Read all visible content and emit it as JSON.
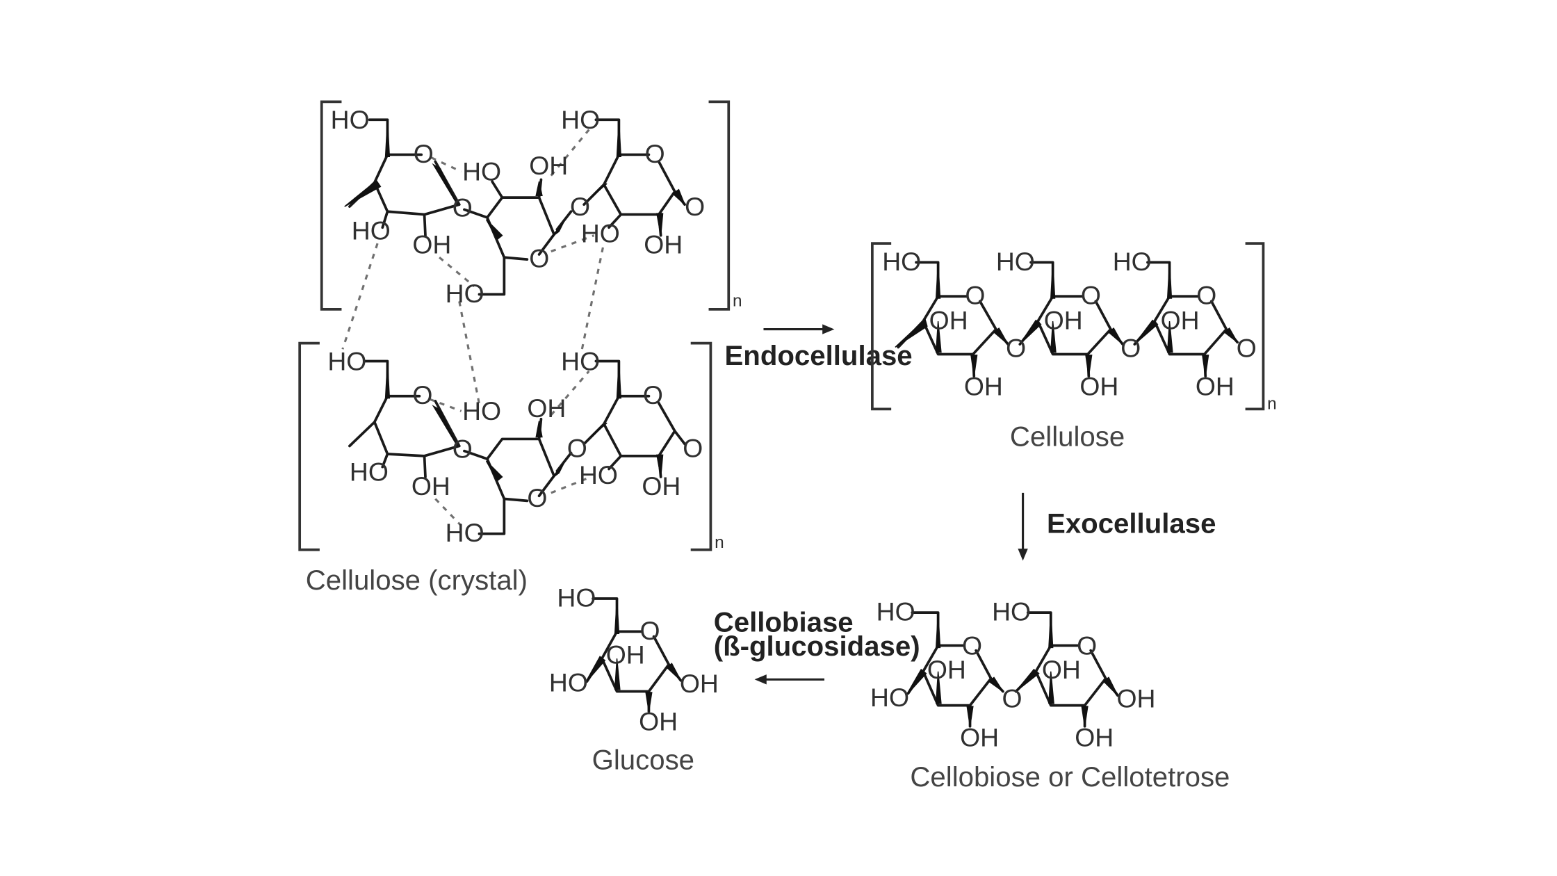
{
  "atoms": {
    "ho": "HO",
    "oh": "OH",
    "o": "O",
    "n": "n"
  },
  "labels": {
    "crystal": "Cellulose (crystal)",
    "cellulose": "Cellulose",
    "glucose": "Glucose",
    "cellobiose": "Cellobiose or Cellotetrose"
  },
  "enzymes": {
    "endo": "Endocellulase",
    "exo": "Exocellulase",
    "cellobiase_line1": "Cellobiase",
    "cellobiase_line2": "(ß-glucosidase)"
  },
  "colors": {
    "bond": "#1a1a1a",
    "hydrogen_bond": "#707070",
    "text": "#303030"
  }
}
